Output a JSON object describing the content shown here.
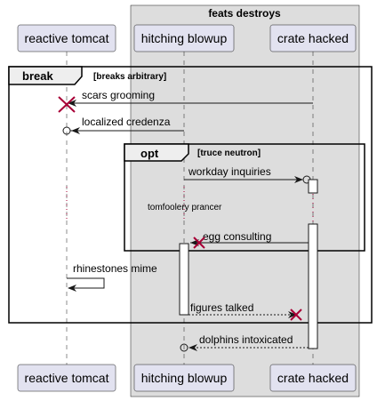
{
  "box": {
    "title": "feats destroys",
    "fill": "#dddddd"
  },
  "participants": [
    {
      "id": "reactive_tomcat",
      "label": "reactive tomcat"
    },
    {
      "id": "hitching_blowup",
      "label": "hitching blowup"
    },
    {
      "id": "crate_hacked",
      "label": "crate hacked"
    }
  ],
  "fragments": [
    {
      "kind": "break",
      "guard": "[breaks arbitrary]"
    },
    {
      "kind": "opt",
      "guard": "[truce neutron]"
    }
  ],
  "messages": [
    {
      "from": "crate_hacked",
      "to": "reactive_tomcat",
      "label": "scars grooming",
      "end": "destroy-x",
      "line": "solid"
    },
    {
      "from": "hitching_blowup",
      "to": "reactive_tomcat",
      "label": "localized credenza",
      "end": "circle",
      "line": "solid"
    },
    {
      "from": "hitching_blowup",
      "to": "crate_hacked",
      "label": "workday inquiries",
      "end": "circle",
      "line": "solid"
    },
    {
      "from": "crate_hacked",
      "to": "hitching_blowup",
      "label": "egg consulting",
      "end": "destroy-x",
      "line": "solid"
    },
    {
      "from": "reactive_tomcat",
      "to": "reactive_tomcat",
      "label": "rhinestones mime",
      "end": "arrow",
      "line": "solid"
    },
    {
      "from": "hitching_blowup",
      "to": "crate_hacked",
      "label": "figures talked",
      "end": "destroy-x",
      "line": "dashed"
    },
    {
      "from": "crate_hacked",
      "to": "hitching_blowup",
      "label": "dolphins intoxicated",
      "end": "circle",
      "line": "dashed"
    }
  ],
  "delay_note": "tomfoolery prancer",
  "colors": {
    "participant_fill": "#e2e2f0",
    "participant_border": "#181818",
    "destroy": "#a80036",
    "lifeline": "#181818"
  }
}
